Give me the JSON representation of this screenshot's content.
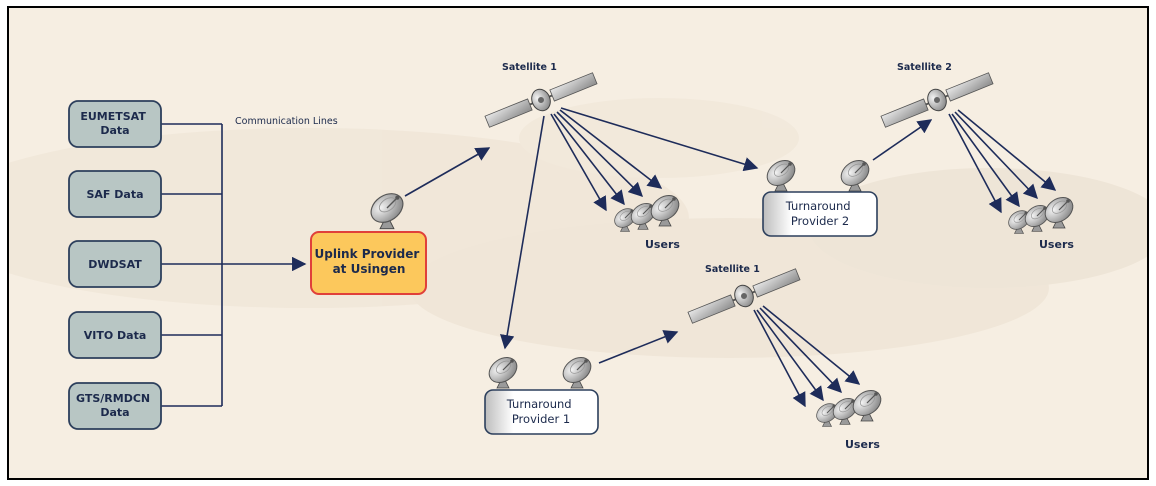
{
  "colors": {
    "background": "#f6eee2",
    "source_box_fill": "#b8c6c4",
    "source_box_stroke": "#2c3f5c",
    "uplink_fill": "#fcc85c",
    "uplink_stroke": "#e0403a",
    "turnaround_fill": "#ffffff",
    "line": "#1e2c5a",
    "text": "#1c2a4c"
  },
  "sources": [
    {
      "name": "eumetsat",
      "label": "EUMETSAT Data"
    },
    {
      "name": "saf",
      "label": "SAF Data"
    },
    {
      "name": "dwdsat",
      "label": "DWDSAT"
    },
    {
      "name": "vito",
      "label": "VITO Data"
    },
    {
      "name": "gts",
      "label": "GTS/RMDCN Data"
    }
  ],
  "communication_lines_label": "Communication Lines",
  "uplink": {
    "line1": "Uplink Provider",
    "line2": "at Usingen"
  },
  "satellite_1_top_label": "Satellite 1",
  "satellite_2_label": "Satellite 2",
  "satellite_1_lower_label": "Satellite 1",
  "turnaround_1": {
    "line1": "Turnaround",
    "line2": "Provider 1"
  },
  "turnaround_2": {
    "line1": "Turnaround",
    "line2": "Provider 2"
  },
  "users_labels": [
    "Users",
    "Users",
    "Users"
  ],
  "icons": [
    "satellite-icon",
    "dish-antenna-icon"
  ]
}
